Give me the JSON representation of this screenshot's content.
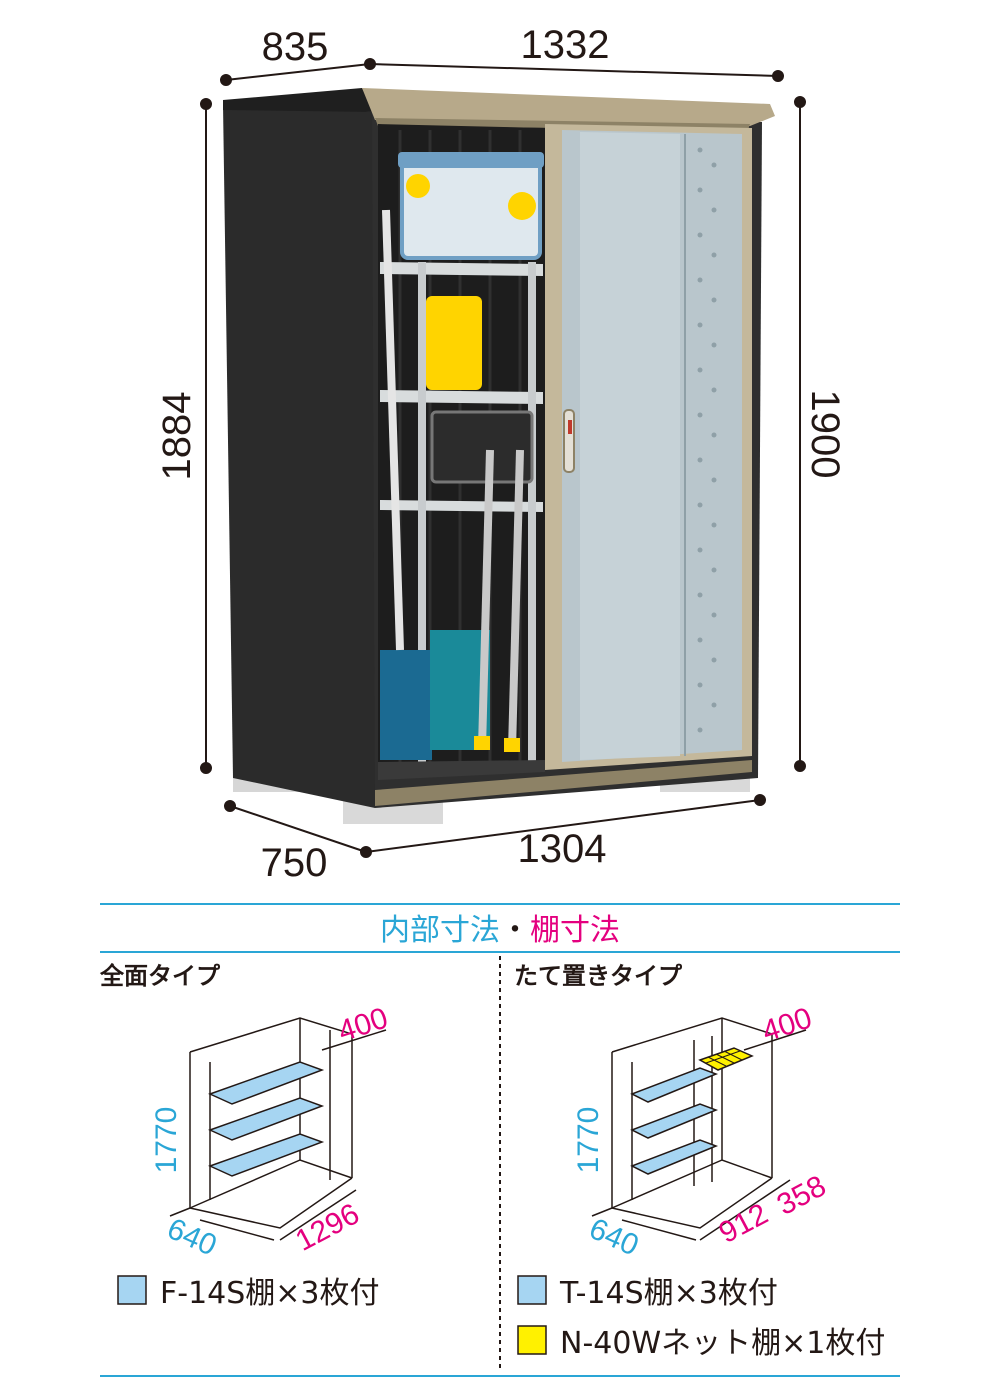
{
  "shed": {
    "dims": {
      "top_depth": "835",
      "top_width": "1332",
      "left_height": "1884",
      "right_height": "1900",
      "bottom_depth": "750",
      "bottom_width": "1304"
    },
    "colors": {
      "body": "#2b2b2b",
      "door": "#b9c6cc",
      "trim": "#b7a98a"
    }
  },
  "section": {
    "title_part1": "内部寸法",
    "title_sep": "・",
    "title_part2": "棚寸法",
    "accent_cyan": "#2aa6d6",
    "accent_magenta": "#e4007f"
  },
  "front_type": {
    "label": "全面タイプ",
    "dims": {
      "depth_top": "400",
      "height": "1770",
      "depth_bottom": "640",
      "width": "1296"
    },
    "legend": [
      {
        "text": "F-14S棚×3枚付",
        "color": "#a6d5f2"
      }
    ]
  },
  "vertical_type": {
    "label": "たて置きタイプ",
    "dims": {
      "depth_top": "400",
      "height": "1770",
      "depth_bottom": "640",
      "width_a": "912",
      "width_b": "358"
    },
    "legend": [
      {
        "text": "T-14S棚×3枚付",
        "color": "#a6d5f2"
      },
      {
        "text": "N-40Wネット棚×1枚付",
        "color": "#fff100"
      }
    ]
  }
}
